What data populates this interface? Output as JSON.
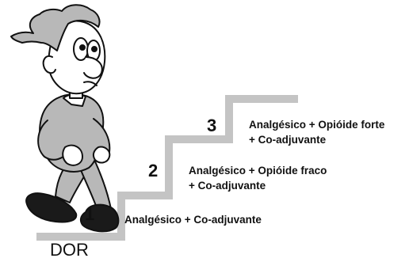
{
  "diagram": {
    "steps": [
      {
        "number": "1",
        "lines": [
          "Analgésico + Co-adjuvante"
        ]
      },
      {
        "number": "2",
        "lines": [
          "Analgésico + Opióide fraco",
          "+ Co-adjuvante"
        ]
      },
      {
        "number": "3",
        "lines": [
          "Analgésico + Opióide forte",
          "+ Co-adjuvante"
        ]
      }
    ],
    "footer_label": "DOR",
    "colors": {
      "staircase": "#c4c4c4",
      "ink": "#111111",
      "figure_fill": "#b8b8b8",
      "shoe": "#1a1a1a"
    },
    "illustration": "cartoon-man-climbing-stairs"
  }
}
